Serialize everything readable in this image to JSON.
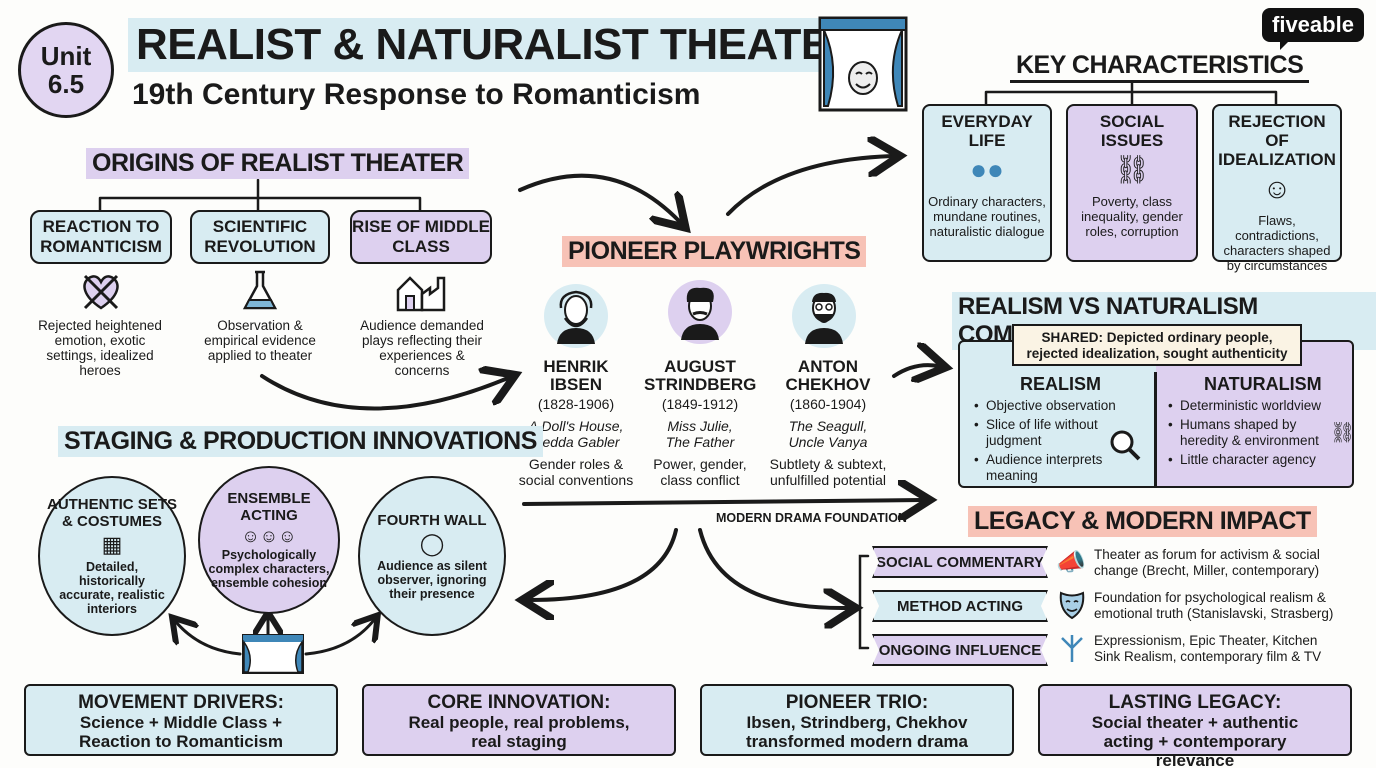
{
  "header": {
    "unit_line1": "Unit",
    "unit_line2": "6.5",
    "title": "REALIST & NATURALIST THEATER",
    "subtitle": "19th Century Response to Romanticism",
    "logo": "fiveable"
  },
  "origins": {
    "title": "ORIGINS OF REALIST THEATER",
    "items": [
      {
        "label": "REACTION TO ROMANTICISM",
        "desc": "Rejected heightened emotion, exotic settings, idealized heroes",
        "icon": "crossed-heart-icon"
      },
      {
        "label": "SCIENTIFIC REVOLUTION",
        "desc": "Observation & empirical evidence applied to theater",
        "icon": "flask-icon"
      },
      {
        "label": "RISE OF MIDDLE CLASS",
        "desc": "Audience demanded plays reflecting their experiences & concerns",
        "icon": "house-factory-icon"
      }
    ]
  },
  "playwrights": {
    "title": "PIONEER PLAYWRIGHTS",
    "items": [
      {
        "name": "HENRIK IBSEN",
        "years": "(1828-1906)",
        "works": "A Doll's House, Hedda Gabler",
        "theme": "Gender roles & social conventions"
      },
      {
        "name": "AUGUST STRINDBERG",
        "years": "(1849-1912)",
        "works": "Miss Julie, The Father",
        "theme": "Power, gender, class conflict"
      },
      {
        "name": "ANTON CHEKHOV",
        "years": "(1860-1904)",
        "works": "The Seagull, Uncle Vanya",
        "theme": "Subtlety & subtext, unfulfilled potential"
      }
    ],
    "foundation_label": "MODERN DRAMA FOUNDATION"
  },
  "characteristics": {
    "title": "KEY CHARACTERISTICS",
    "items": [
      {
        "label": "EVERYDAY LIFE",
        "desc": "Ordinary characters, mundane routines, naturalistic dialogue"
      },
      {
        "label": "SOCIAL ISSUES",
        "desc": "Poverty, class inequality, gender roles, corruption"
      },
      {
        "label": "REJECTION OF IDEALIZATION",
        "desc": "Flaws, contradictions, characters shaped by circumstances"
      }
    ]
  },
  "comparison": {
    "title": "REALISM VS NATURALISM COMPARISON",
    "shared": "SHARED: Depicted ordinary people, rejected idealization, sought authenticity",
    "realism": {
      "title": "REALISM",
      "points": [
        "Objective observation",
        "Slice of life without judgment",
        "Audience interprets meaning"
      ]
    },
    "naturalism": {
      "title": "NATURALISM",
      "points": [
        "Deterministic worldview",
        "Humans shaped by heredity & environment",
        "Little character agency"
      ]
    }
  },
  "staging": {
    "title": "STAGING & PRODUCTION INNOVATIONS",
    "items": [
      {
        "label": "AUTHENTIC SETS & COSTUMES",
        "desc": "Detailed, historically accurate, realistic interiors"
      },
      {
        "label": "ENSEMBLE ACTING",
        "desc": "Psychologically complex characters, ensemble cohesion"
      },
      {
        "label": "FOURTH WALL",
        "desc": "Audience as silent observer, ignoring their presence"
      }
    ]
  },
  "legacy": {
    "title": "LEGACY & MODERN IMPACT",
    "items": [
      {
        "label": "SOCIAL COMMENTARY",
        "desc": "Theater as forum for activism & social change (Brecht, Miller, contemporary)"
      },
      {
        "label": "METHOD ACTING",
        "desc": "Foundation for psychological realism & emotional truth (Stanislavski, Strasberg)"
      },
      {
        "label": "ONGOING INFLUENCE",
        "desc": "Expressionism, Epic Theater, Kitchen Sink Realism, contemporary film & TV"
      }
    ]
  },
  "summary": [
    {
      "title": "MOVEMENT DRIVERS:",
      "desc": "Science + Middle Class + Reaction to Romanticism"
    },
    {
      "title": "CORE INNOVATION:",
      "desc": "Real people, real problems, real staging"
    },
    {
      "title": "PIONEER TRIO:",
      "desc": "Ibsen, Strindberg, Chekhov transformed modern drama"
    },
    {
      "title": "LASTING LEGACY:",
      "desc": "Social theater + authentic acting + contemporary relevance"
    }
  ],
  "colors": {
    "blue": "#d8ecf2",
    "purple": "#ddd0ef",
    "red": "#f7c2b6",
    "ink": "#1a1a1a"
  }
}
